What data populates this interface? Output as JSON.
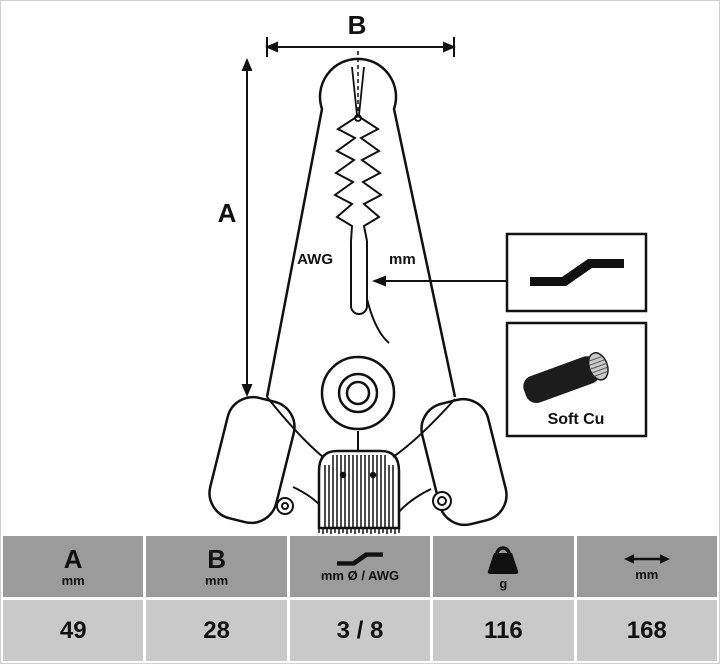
{
  "diagram": {
    "dim_a_label": "A",
    "dim_b_label": "B",
    "awg_label": "AWG",
    "mm_label": "mm",
    "cable_callout_label": "Soft Cu"
  },
  "table": {
    "columns": [
      {
        "header": "A",
        "unit": "mm",
        "value": "49"
      },
      {
        "header": "B",
        "unit": "mm",
        "value": "28"
      },
      {
        "icon": "stripper-blade-icon",
        "unit": "mm Ø / AWG",
        "value": "3 / 8"
      },
      {
        "icon": "weight-icon",
        "unit": "g",
        "value": "116"
      },
      {
        "icon": "length-arrow-icon",
        "unit": "mm",
        "value": "168"
      }
    ]
  },
  "colors": {
    "header_gray": "#9b9b9b",
    "value_gray": "#c9c9c9",
    "ink": "#111111"
  }
}
